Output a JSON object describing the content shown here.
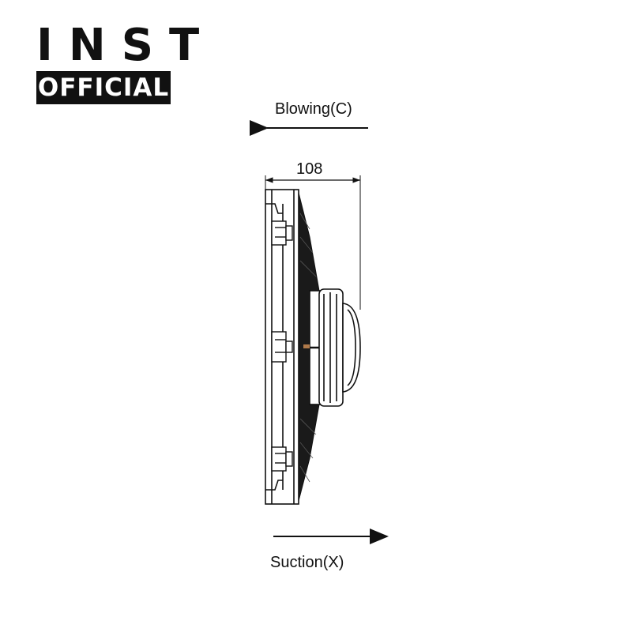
{
  "logo": {
    "line1": "INST",
    "line2": "OFFICIAL"
  },
  "diagram": {
    "blowing_label": "Blowing(C)",
    "suction_label": "Suction(X)",
    "dimension_label": "108"
  },
  "colors": {
    "ink": "#111111",
    "background": "#ffffff"
  }
}
